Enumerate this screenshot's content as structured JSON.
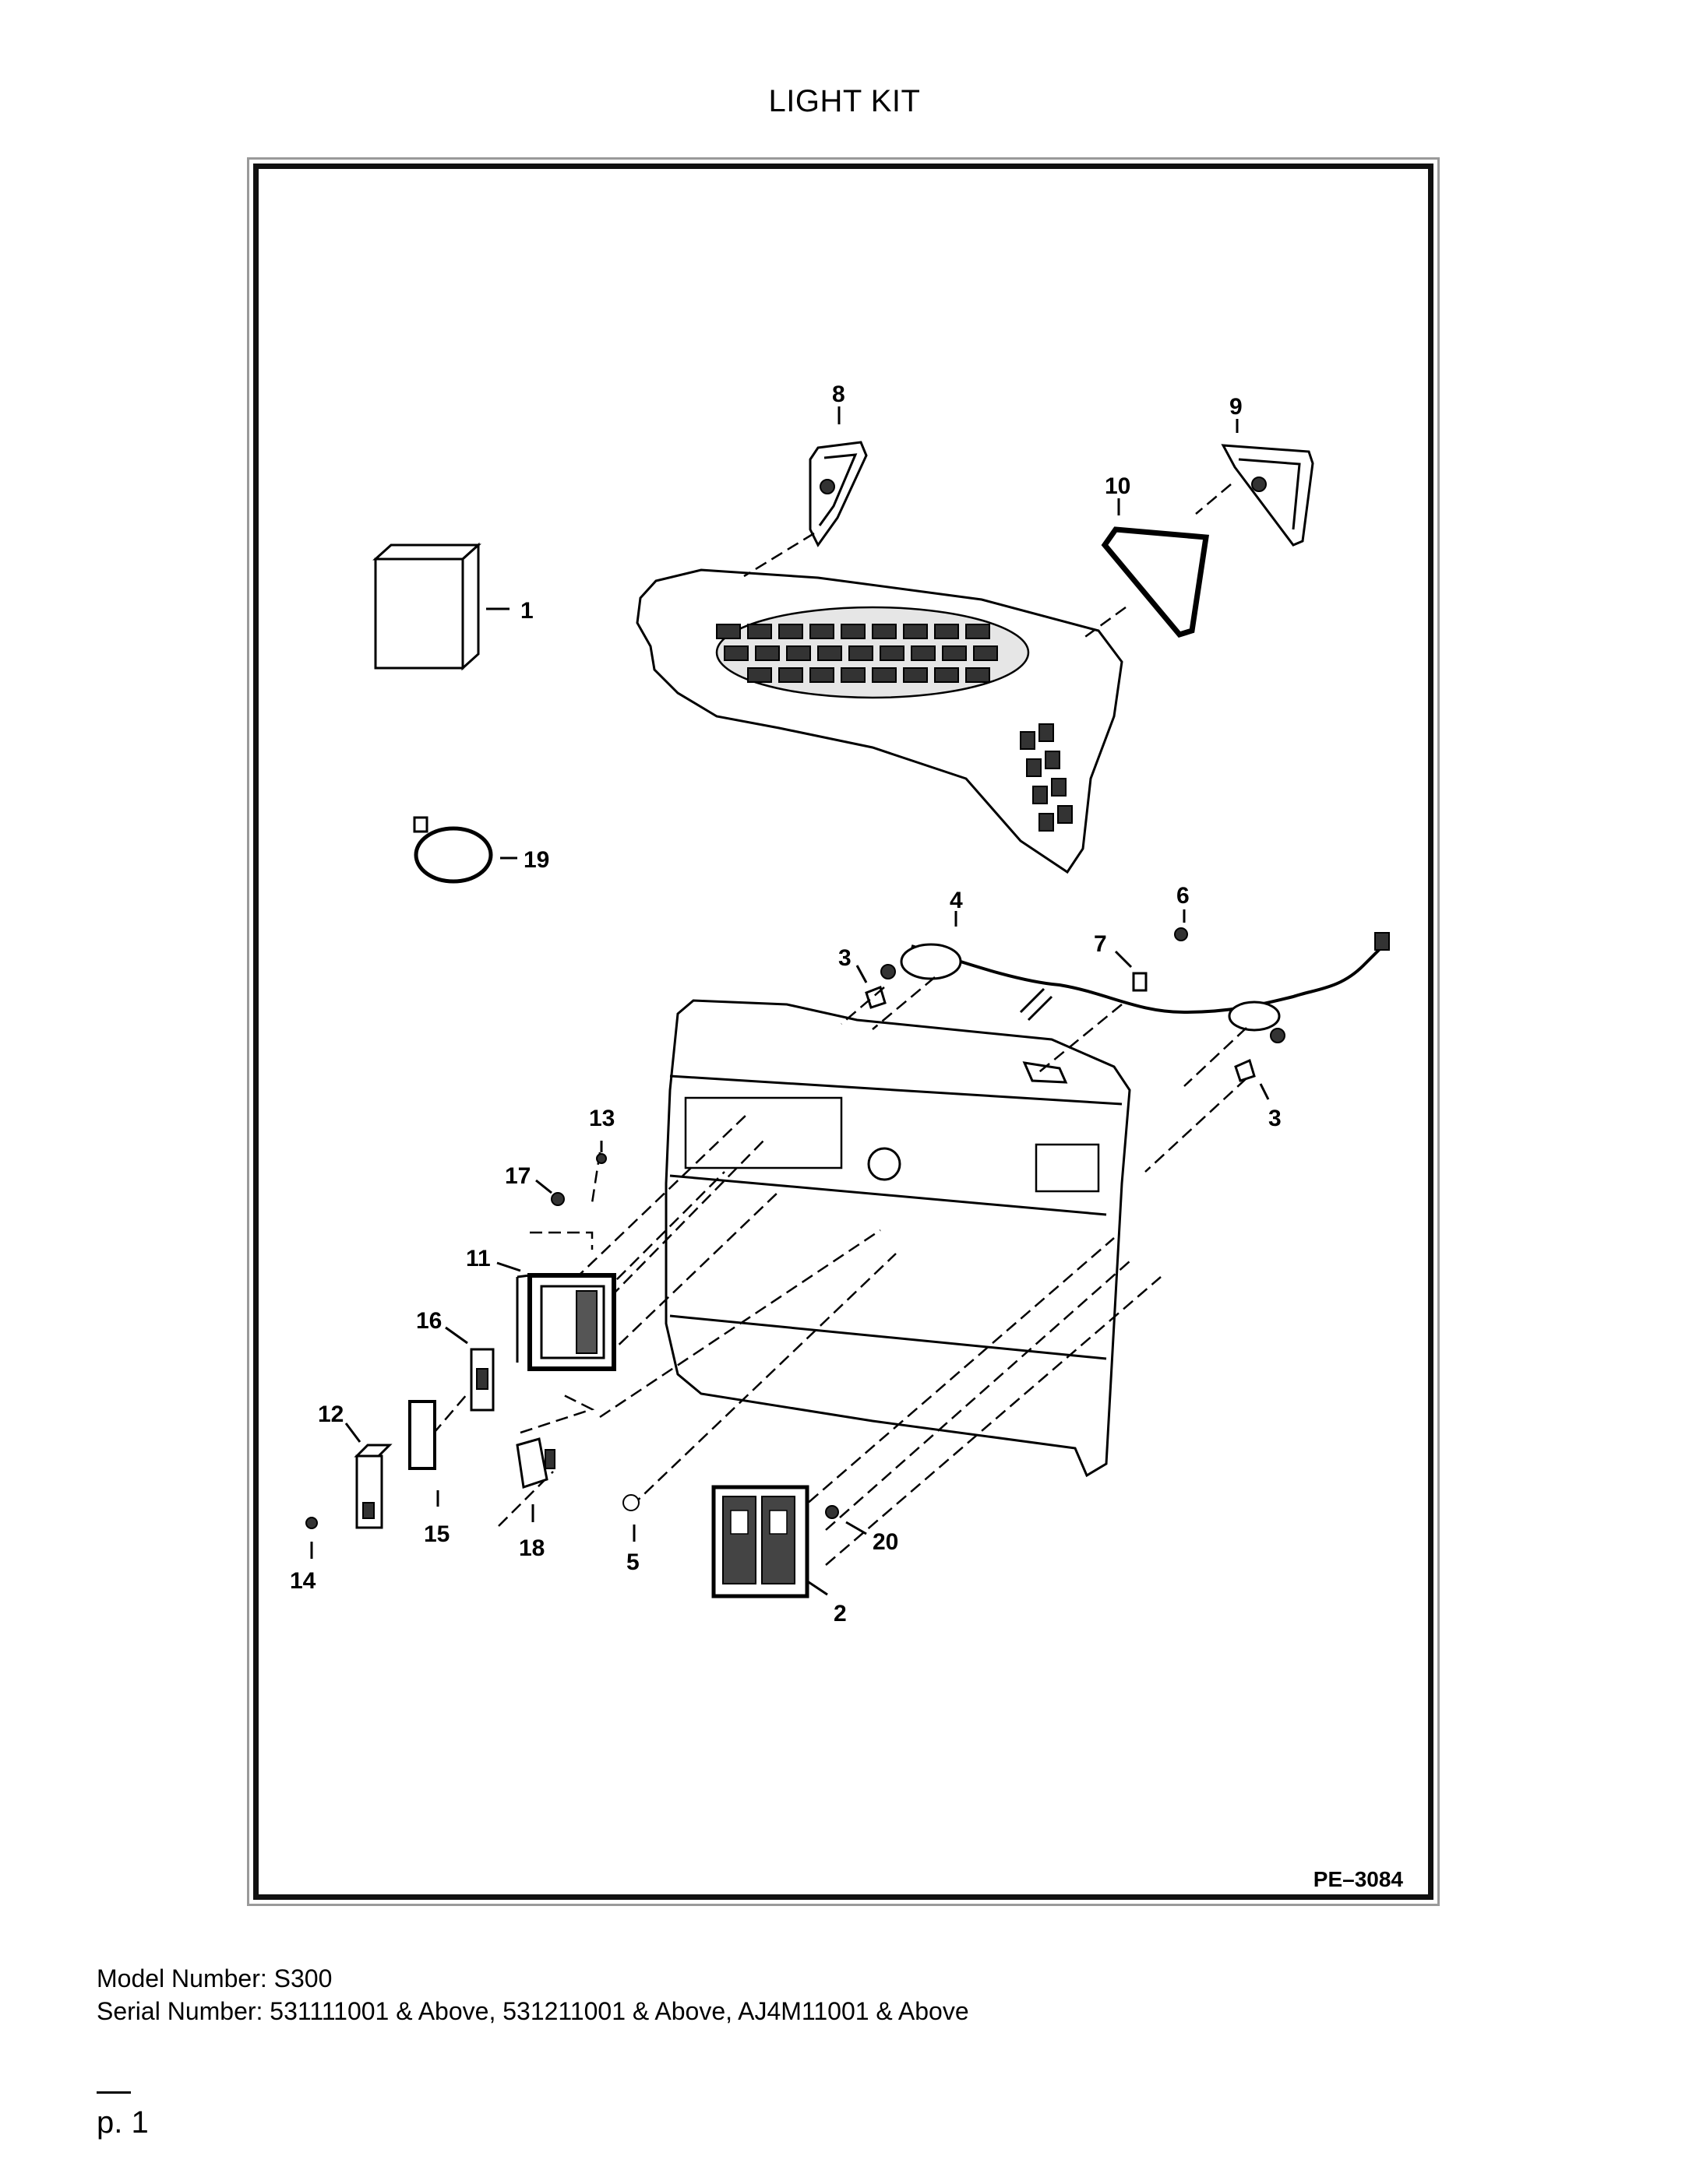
{
  "page": {
    "title": "LIGHT KIT",
    "figure_id": "PE–3084",
    "model_label": "Model Number: S300",
    "serial_label": "Serial Number: 531111001 & Above, 531211001 & Above, AJ4M11001 & Above",
    "page_number": "p. 1"
  },
  "callouts": [
    "1",
    "2",
    "3",
    "3",
    "4",
    "5",
    "6",
    "7",
    "8",
    "9",
    "10",
    "11",
    "12",
    "13",
    "14",
    "15",
    "16",
    "17",
    "18",
    "19",
    "20"
  ]
}
